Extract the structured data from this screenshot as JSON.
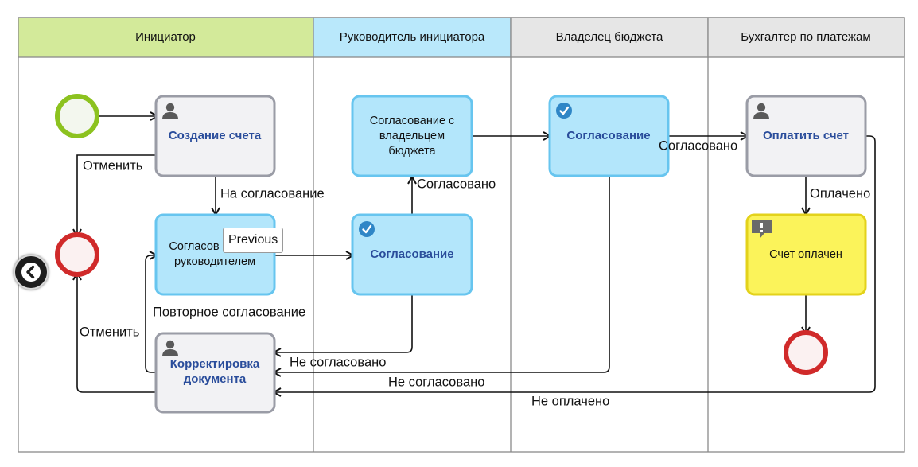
{
  "lanes": [
    {
      "title": "Инициатор",
      "color": "#d3ea9a"
    },
    {
      "title": "Руководитель инициатора",
      "color": "#b9e8fb"
    },
    {
      "title": "Владелец бюджета",
      "color": "#e6e6e6"
    },
    {
      "title": "Бухгалтер по платежам",
      "color": "#e6e6e6"
    }
  ],
  "tasks": {
    "create_invoice": {
      "label": "Создание счета",
      "kind": "user"
    },
    "approve_manager": {
      "line1": "Согласов",
      "line2": "руководителем",
      "kind": "plain"
    },
    "correct_document": {
      "line1": "Корректировка",
      "line2": "документа",
      "kind": "user"
    },
    "approve_with_owner": {
      "line1": "Согласование с",
      "line2": "владельцем",
      "line3": "бюджета",
      "kind": "plain"
    },
    "manager_approval": {
      "label": "Согласование",
      "kind": "approval"
    },
    "owner_approval": {
      "label": "Согласование",
      "kind": "approval"
    },
    "pay_invoice": {
      "label": "Оплатить счет",
      "kind": "user"
    },
    "invoice_paid": {
      "label": "Счет оплачен",
      "kind": "notification"
    }
  },
  "flows": {
    "cancel_top": "Отменить",
    "to_approval": "На согласование",
    "repeat_approval": "Повторное согласование",
    "cancel_bottom": "Отменить",
    "approved_up": "Согласовано",
    "not_approved_manager": "Не согласовано",
    "approved_owner": "Согласовано",
    "not_approved_owner": "Не согласовано",
    "paid": "Оплачено",
    "not_paid": "Не оплачено"
  },
  "tooltip": {
    "text": "Previous"
  },
  "colors": {
    "start_event": "#8cc21f",
    "end_event": "#d02a2a",
    "task_grey_fill": "#f2f2f4",
    "task_grey_border": "#9a9ca6",
    "task_blue_fill": "#b3e6fb",
    "task_blue_border": "#67c5ef",
    "task_yellow_fill": "#fbf35a",
    "task_yellow_border": "#e3d21b",
    "title_text": "#2a4d9b"
  },
  "icons": {
    "user": "user-icon",
    "approval": "check-circle-icon",
    "notification": "speech-bubble-exclamation-icon",
    "nav": "chevron-left-icon"
  }
}
